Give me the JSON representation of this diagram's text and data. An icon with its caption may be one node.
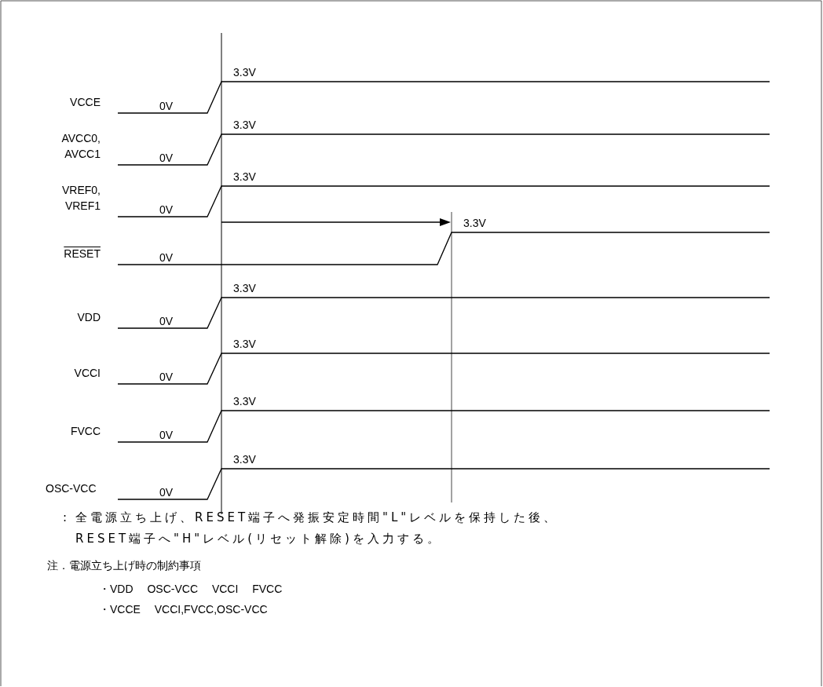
{
  "diagram": {
    "labels": [
      "3.3V",
      "VCCE",
      "0V",
      "3.3V",
      "AVCC0, AVCC1",
      "0V",
      "3.3V",
      "VREF0, VREF1",
      "0V",
      "3.3V",
      "RESET",
      "0V",
      "3.3V",
      "VDD",
      "0V",
      "3.3V",
      "VCCI",
      "0V",
      "3.3V",
      "FVCC",
      "0V",
      "3.3V",
      "OSC-VCC",
      "0V",
      ":",
      "全電源立ち上げ、RESET端子へ発振安定時間\"L\"レベルを保持した後、RESET端子へ\"H\"レベル(リセット解除)を入力する。",
      "注．電源立ち上げ時の制約事項",
      "・VDD　 OSC-VCC　 VCCI　 FVCC",
      "・VCCE　 VCCI,FVCC,OSC-VCC"
    ]
  }
}
